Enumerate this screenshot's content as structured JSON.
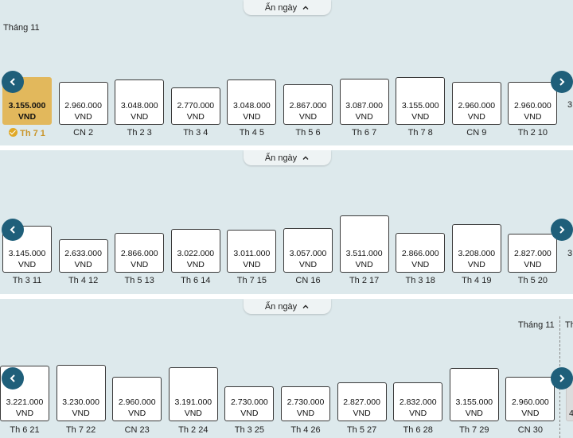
{
  "toggle_label": "Ẩn ngày",
  "month_label": "Tháng 11",
  "row1": {
    "bars": [
      {
        "price": "3.155.000",
        "unit": "VND",
        "day": "Th 7 1",
        "h": 60,
        "selected": true
      },
      {
        "price": "2.960.000",
        "unit": "VND",
        "day": "CN 2",
        "h": 54
      },
      {
        "price": "3.048.000",
        "unit": "VND",
        "day": "Th 2 3",
        "h": 57
      },
      {
        "price": "2.770.000",
        "unit": "VND",
        "day": "Th 3 4",
        "h": 47
      },
      {
        "price": "3.048.000",
        "unit": "VND",
        "day": "Th 4 5",
        "h": 57
      },
      {
        "price": "2.867.000",
        "unit": "VND",
        "day": "Th 5 6",
        "h": 51
      },
      {
        "price": "3.087.000",
        "unit": "VND",
        "day": "Th 6 7",
        "h": 58
      },
      {
        "price": "3.155.000",
        "unit": "VND",
        "day": "Th 7 8",
        "h": 60
      },
      {
        "price": "2.960.000",
        "unit": "VND",
        "day": "CN 9",
        "h": 54
      },
      {
        "price": "2.960.000",
        "unit": "VND",
        "day": "Th 2 10",
        "h": 54
      }
    ],
    "edge_text": "3"
  },
  "row2": {
    "bars": [
      {
        "price": "3.145.000",
        "unit": "VND",
        "day": "Th 3 11",
        "h": 59
      },
      {
        "price": "2.633.000",
        "unit": "VND",
        "day": "Th 4 12",
        "h": 42
      },
      {
        "price": "2.866.000",
        "unit": "VND",
        "day": "Th 5 13",
        "h": 50
      },
      {
        "price": "3.022.000",
        "unit": "VND",
        "day": "Th 6 14",
        "h": 55
      },
      {
        "price": "3.011.000",
        "unit": "VND",
        "day": "Th 7 15",
        "h": 54
      },
      {
        "price": "3.057.000",
        "unit": "VND",
        "day": "CN 16",
        "h": 56
      },
      {
        "price": "3.511.000",
        "unit": "VND",
        "day": "Th 2 17",
        "h": 72
      },
      {
        "price": "2.866.000",
        "unit": "VND",
        "day": "Th 3 18",
        "h": 50
      },
      {
        "price": "3.208.000",
        "unit": "VND",
        "day": "Th 4 19",
        "h": 61
      },
      {
        "price": "2.827.000",
        "unit": "VND",
        "day": "Th 5 20",
        "h": 49
      }
    ],
    "edge_text": "3"
  },
  "row3": {
    "bars": [
      {
        "price": "3.221.000",
        "unit": "VND",
        "day": "Th 6 21",
        "h": 70
      },
      {
        "price": "3.230.000",
        "unit": "VND",
        "day": "Th 7 22",
        "h": 71
      },
      {
        "price": "2.960.000",
        "unit": "VND",
        "day": "CN 23",
        "h": 56
      },
      {
        "price": "3.191.000",
        "unit": "VND",
        "day": "Th 2 24",
        "h": 68
      },
      {
        "price": "2.730.000",
        "unit": "VND",
        "day": "Th 3 25",
        "h": 44
      },
      {
        "price": "2.730.000",
        "unit": "VND",
        "day": "Th 4 26",
        "h": 44
      },
      {
        "price": "2.827.000",
        "unit": "VND",
        "day": "Th 5 27",
        "h": 49
      },
      {
        "price": "2.832.000",
        "unit": "VND",
        "day": "Th 6 28",
        "h": 49
      },
      {
        "price": "3.155.000",
        "unit": "VND",
        "day": "Th 7 29",
        "h": 67
      },
      {
        "price": "2.960.000",
        "unit": "VND",
        "day": "CN 30",
        "h": 56
      }
    ],
    "edge_text": "Th",
    "edge_bar_text": "4"
  },
  "colors": {
    "accent": "#1f5f7a",
    "selected": "#e2b85c",
    "background": "#dde9ec"
  },
  "icons": {
    "prev": "chevron-left-icon",
    "next": "chevron-right-icon",
    "toggle": "chevron-up-icon",
    "check": "check-circle-icon"
  }
}
